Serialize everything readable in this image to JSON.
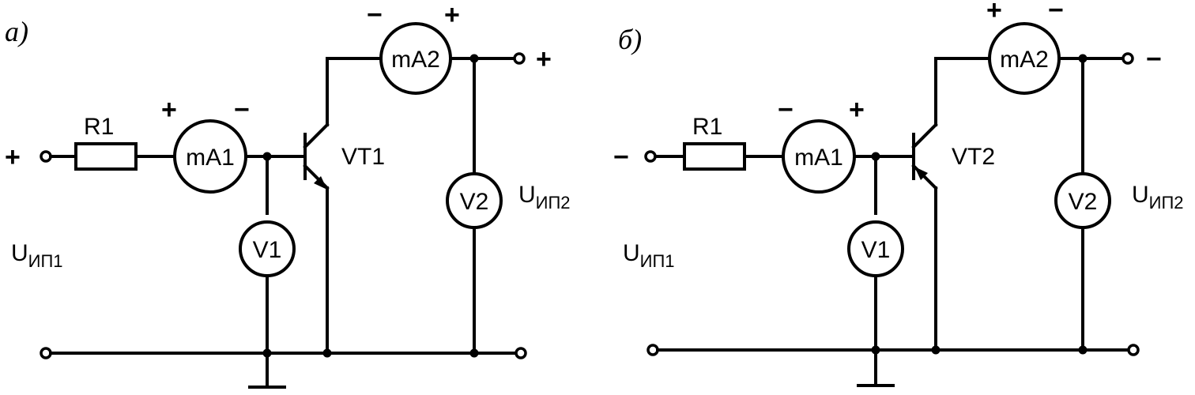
{
  "panels": {
    "a": {
      "label": "а)",
      "resistor": "R1",
      "ammeter_base": "mA1",
      "ammeter_collector": "mA2",
      "voltmeter_base": "V1",
      "voltmeter_collector": "V2",
      "transistor": "VT1",
      "supply1": {
        "main": "U",
        "sub": "ИП1"
      },
      "supply2": {
        "main": "U",
        "sub": "ИП2"
      },
      "input_sign": "+",
      "output_sign": "+",
      "ma1_left_sign": "+",
      "ma1_right_sign": "−",
      "ma2_left_sign": "−",
      "ma2_right_sign": "+"
    },
    "b": {
      "label": "б)",
      "resistor": "R1",
      "ammeter_base": "mA1",
      "ammeter_collector": "mA2",
      "voltmeter_base": "V1",
      "voltmeter_collector": "V2",
      "transistor": "VT2",
      "supply1": {
        "main": "U",
        "sub": "ИП1"
      },
      "supply2": {
        "main": "U",
        "sub": "ИП2"
      },
      "input_sign": "−",
      "output_sign": "−",
      "ma1_left_sign": "−",
      "ma1_right_sign": "+",
      "ma2_left_sign": "+",
      "ma2_right_sign": "−"
    }
  }
}
